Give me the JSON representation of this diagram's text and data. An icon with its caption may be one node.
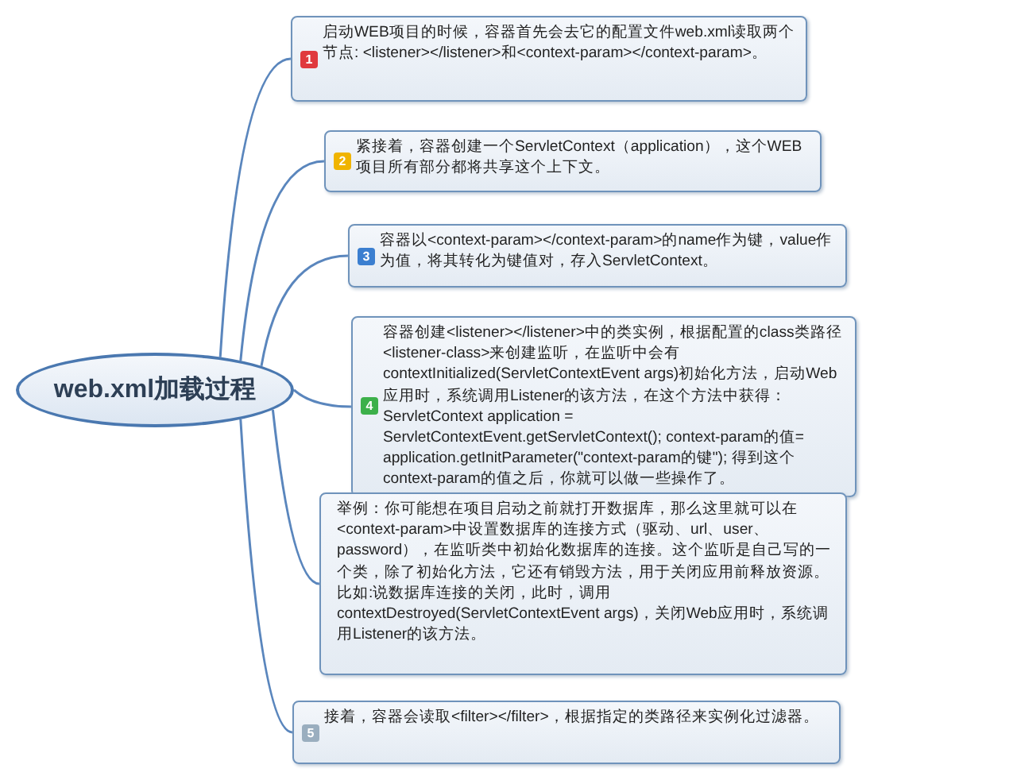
{
  "diagram": {
    "nodes": [
      {
        "text": [
          "web.xml加载过程"
        ]
      },
      {
        "text": [
          "1",
          "启动WEB项目的时候，容器首先会去它的配置文件web.xml读取两个节点: <listener></listener>和<context-param></context-param>。"
        ]
      },
      {
        "text": [
          "2",
          "紧接着，容器创建一个ServletContext（application），这个WEB项目所有部分都将共享这个上下文。"
        ]
      },
      {
        "text": [
          "3",
          "容器以<context-param></context-param>的name作为键，value作为值，将其转化为键值对，存入ServletContext。"
        ]
      },
      {
        "text": [
          "4",
          "容器创建<listener></listener>中的类实例，根据配置的class类路径<listener-class>来创建监听，在监听中会有contextInitialized(ServletContextEvent args)初始化方法，启动Web应用时，系统调用Listener的该方法，在这个方法中获得：ServletContext application = ServletContextEvent.getServletContext(); context-param的值= application.getInitParameter(\"context-param的键\"); 得到这个context-param的值之后，你就可以做一些操作了。"
        ]
      },
      {
        "text": [
          "举例：你可能想在项目启动之前就打开数据库，那么这里就可以在<context-param>中设置数据库的连接方式（驱动、url、user、password），在监听类中初始化数据库的连接。这个监听是自己写的一个类，除了初始化方法，它还有销毁方法，用于关闭应用前释放资源。比如:说数据库连接的关闭，此时，调用contextDestroyed(ServletContextEvent args)，关闭Web应用时，系统调用Listener的该方法。"
        ]
      },
      {
        "text": [
          "5",
          "接着，容器会读取<filter></filter>，根据指定的类路径来实例化过滤器。"
        ]
      }
    ],
    "edges": [
      {
        "from": 0,
        "to": 1,
        "arrow": "none"
      },
      {
        "from": 0,
        "to": 2,
        "arrow": "none"
      },
      {
        "from": 0,
        "to": 3,
        "arrow": "none"
      },
      {
        "from": 0,
        "to": 4,
        "arrow": "none"
      },
      {
        "from": 0,
        "to": 5,
        "arrow": "none"
      },
      {
        "from": 0,
        "to": 6,
        "arrow": "none"
      }
    ]
  }
}
